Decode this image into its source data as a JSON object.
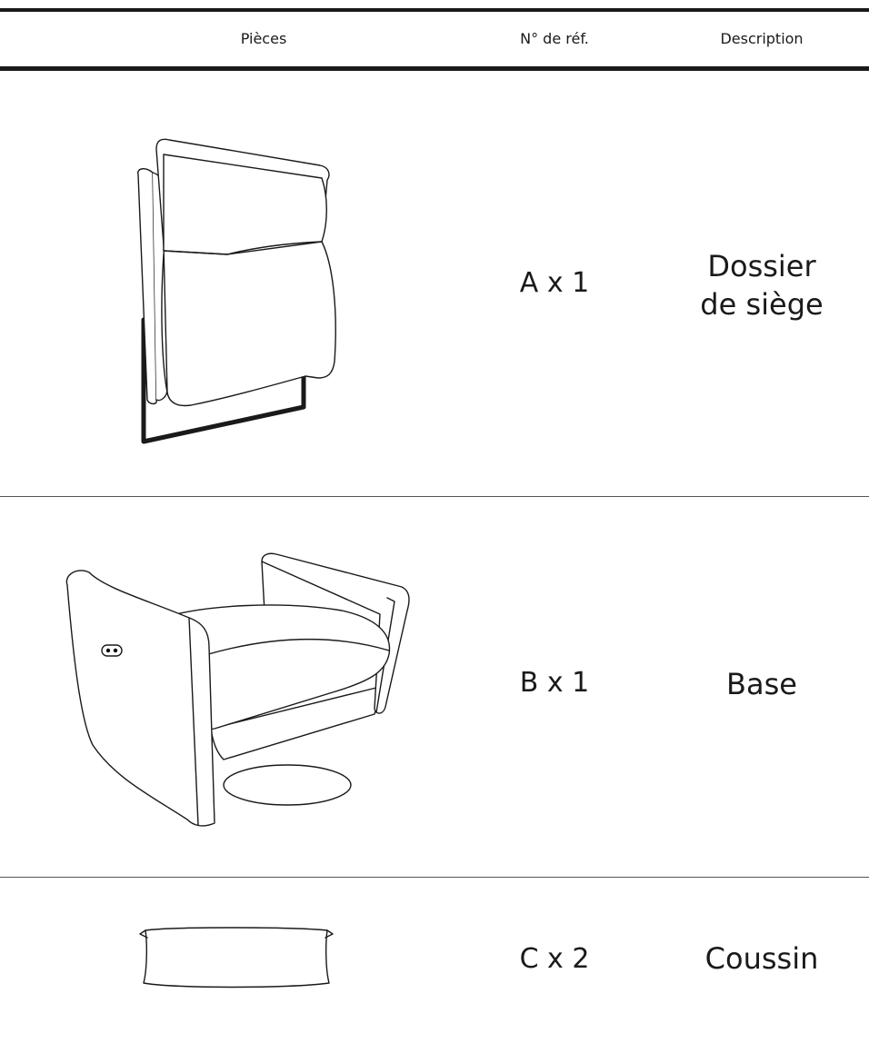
{
  "table": {
    "headers": {
      "pieces": "Pièces",
      "ref": "N° de réf.",
      "description": "Description"
    },
    "rows": [
      {
        "ref": "A x 1",
        "description_line1": "Dossier",
        "description_line2": "de siège",
        "illustration": "seat-back-illustration"
      },
      {
        "ref": "B x 1",
        "description_line1": "Base",
        "illustration": "armchair-base-illustration"
      },
      {
        "ref": "C x 2",
        "description_line1": "Coussin",
        "illustration": "cushion-illustration"
      }
    ]
  }
}
